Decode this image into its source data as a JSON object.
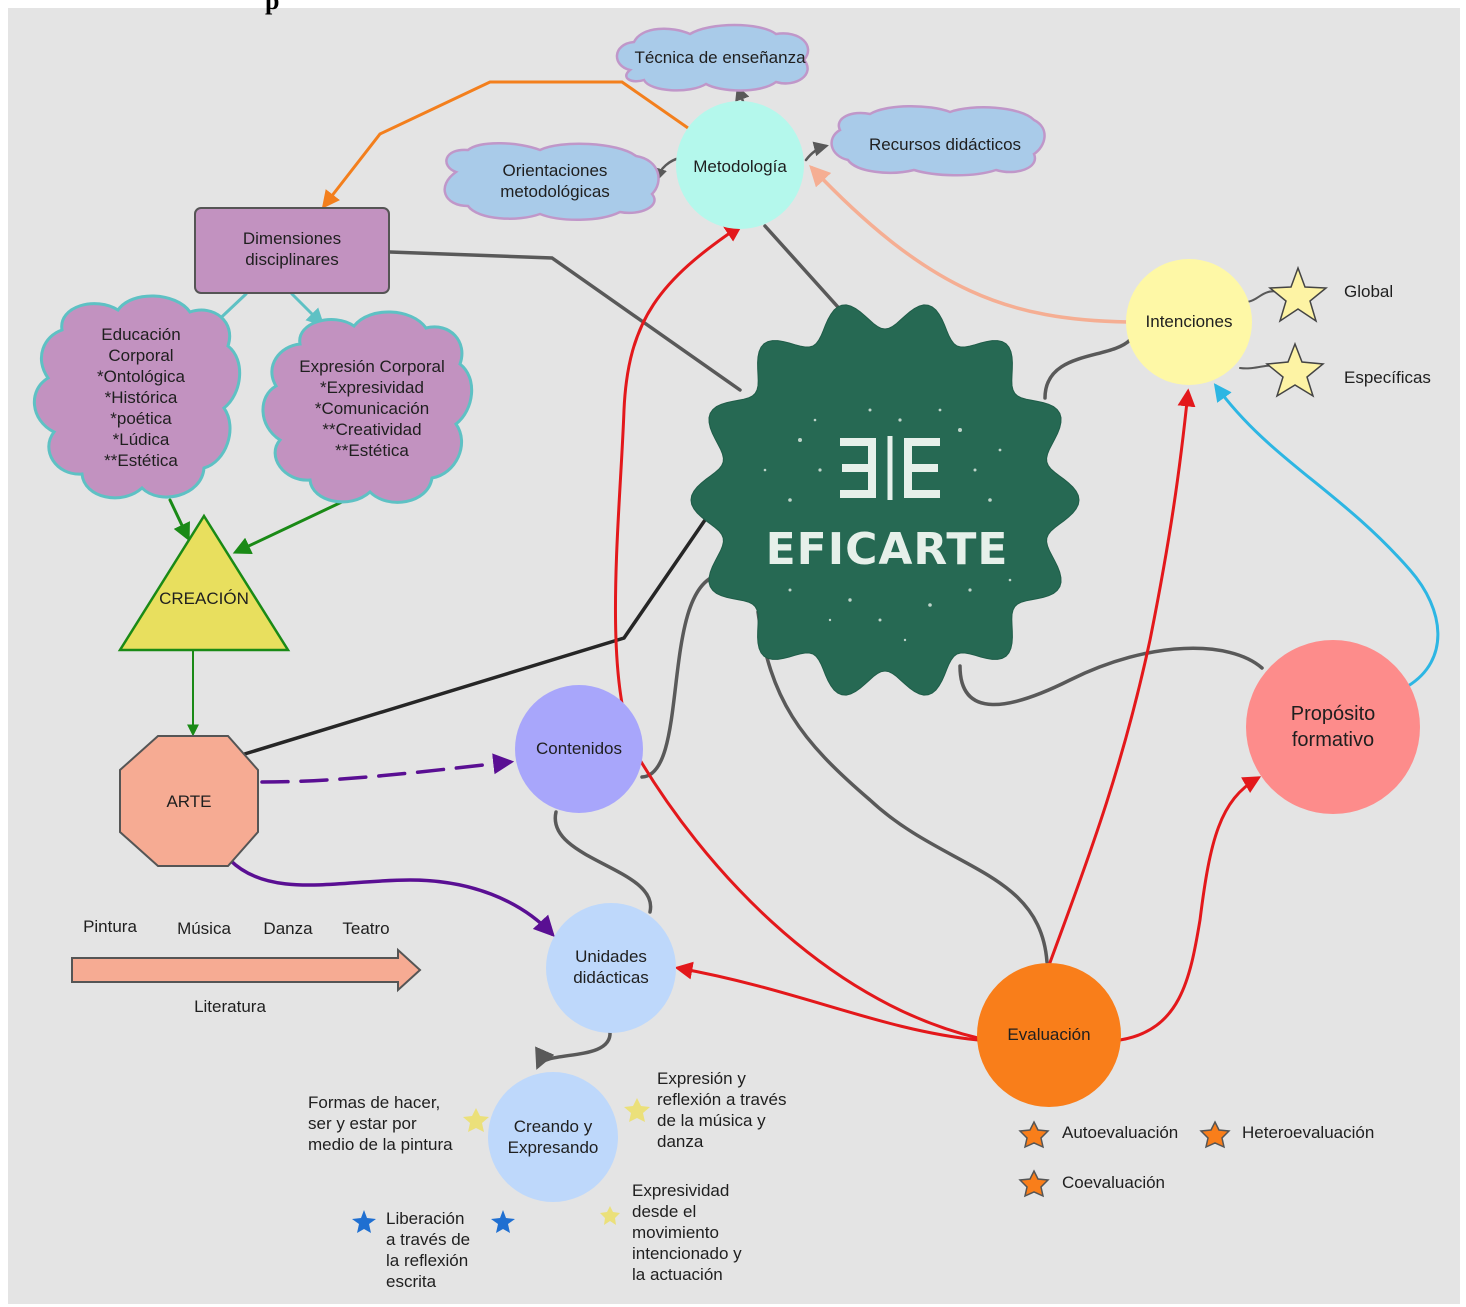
{
  "header_fragment": "p",
  "center": {
    "logo_text": "EFICARTE"
  },
  "nodes": {
    "metodologia": "Metodología",
    "tecnica": "Técnica de enseñanza",
    "orientaciones": "Orientaciones\nmetodológicas",
    "recursos": "Recursos didácticos",
    "dimensiones": "Dimensiones\ndisciplinares",
    "educacion": "Educación\n   Corporal\n*Ontológica\n*Histórica\n*poética\n  *Lúdica\n**Estética",
    "expresion": "Expresión Corporal\n*Expresividad\n*Comunicación\n**Creatividad\n   **Estética",
    "creacion": "CREACIÓN",
    "arte": "ARTE",
    "contenidos": "Contenidos",
    "unidades": "Unidades\ndidácticas",
    "creando": "Creando y\nExpresando",
    "intenciones": "Intenciones",
    "global": "Global",
    "especificas": "Específicas",
    "proposito": "Propósito\nformativo",
    "evaluacion": "Evaluación"
  },
  "arts": {
    "pintura": "Pintura",
    "musica": "Música",
    "danza": "Danza",
    "teatro": "Teatro",
    "literatura": "Literatura"
  },
  "activities": {
    "formas": "Formas de hacer,\nser y estar por\nmedio de la pintura",
    "expresion_musica": "Expresión y\nreflexión a través\nde la música y\ndanza",
    "liberacion": "Liberación\na través de\nla reflexión\nescrita",
    "expresividad": "Expresividad\ndesde el\nmovimiento\nintencionado y\nla actuación"
  },
  "evaluation_types": {
    "auto": "Autoevaluación",
    "hetero": "Heteroevaluación",
    "co": "Coevaluación"
  },
  "colors": {
    "background": "#e4e4e4",
    "center": "#266953",
    "metodologia": "#b4f8ec",
    "cloud_blue": "#a9cbe9",
    "purple": "#c292c0",
    "creacion": "#e8df5e",
    "arte": "#f6ab93",
    "contenidos": "#a8a6fb",
    "unidades": "#bed8fb",
    "intenciones": "#fef8a6",
    "proposito": "#fd8c8b",
    "evaluacion": "#f97e1a",
    "red_arrow": "#e3181b",
    "orange_arrow": "#f37f1d",
    "salmon_arrow": "#f5ae93",
    "blue_arrow": "#2db6e3",
    "teal_arrow": "#5ec1c4",
    "green_arrow": "#1a8a16",
    "purple_arrow": "#5a0f93",
    "gray_line": "#595959"
  }
}
